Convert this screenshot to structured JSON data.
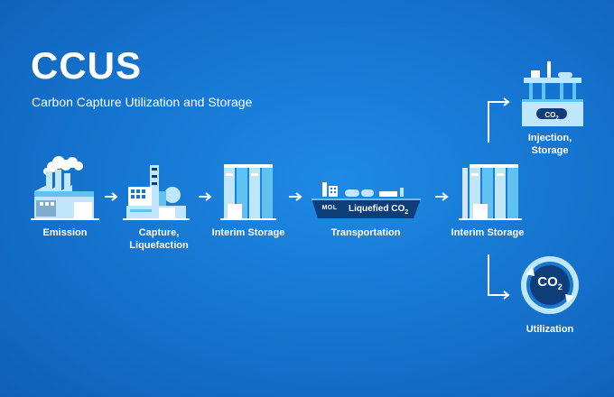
{
  "header": {
    "title": "CCUS",
    "subtitle": "Carbon Capture Utilization and Storage"
  },
  "stages": {
    "emission": "Emission",
    "capture_line1": "Capture,",
    "capture_line2": "Liquefaction",
    "interim_storage_1": "Interim Storage",
    "transportation": "Transportation",
    "interim_storage_2": "Interim Storage",
    "injection_line1": "Injection,",
    "injection_line2": "Storage",
    "utilization": "Utilization"
  },
  "ship": {
    "hull_label": "Liquefied CO",
    "hull_label_sub": "2",
    "brand": "MOL"
  },
  "badges": {
    "injection": "CO",
    "injection_sub": "2",
    "utilization": "CO",
    "utilization_sub": "2"
  },
  "colors": {
    "background": "#1677d2",
    "icon_light": "#bfe6fb",
    "icon_mid": "#5fc2f0",
    "icon_dark": "#0d3e7a",
    "white": "#ffffff"
  }
}
